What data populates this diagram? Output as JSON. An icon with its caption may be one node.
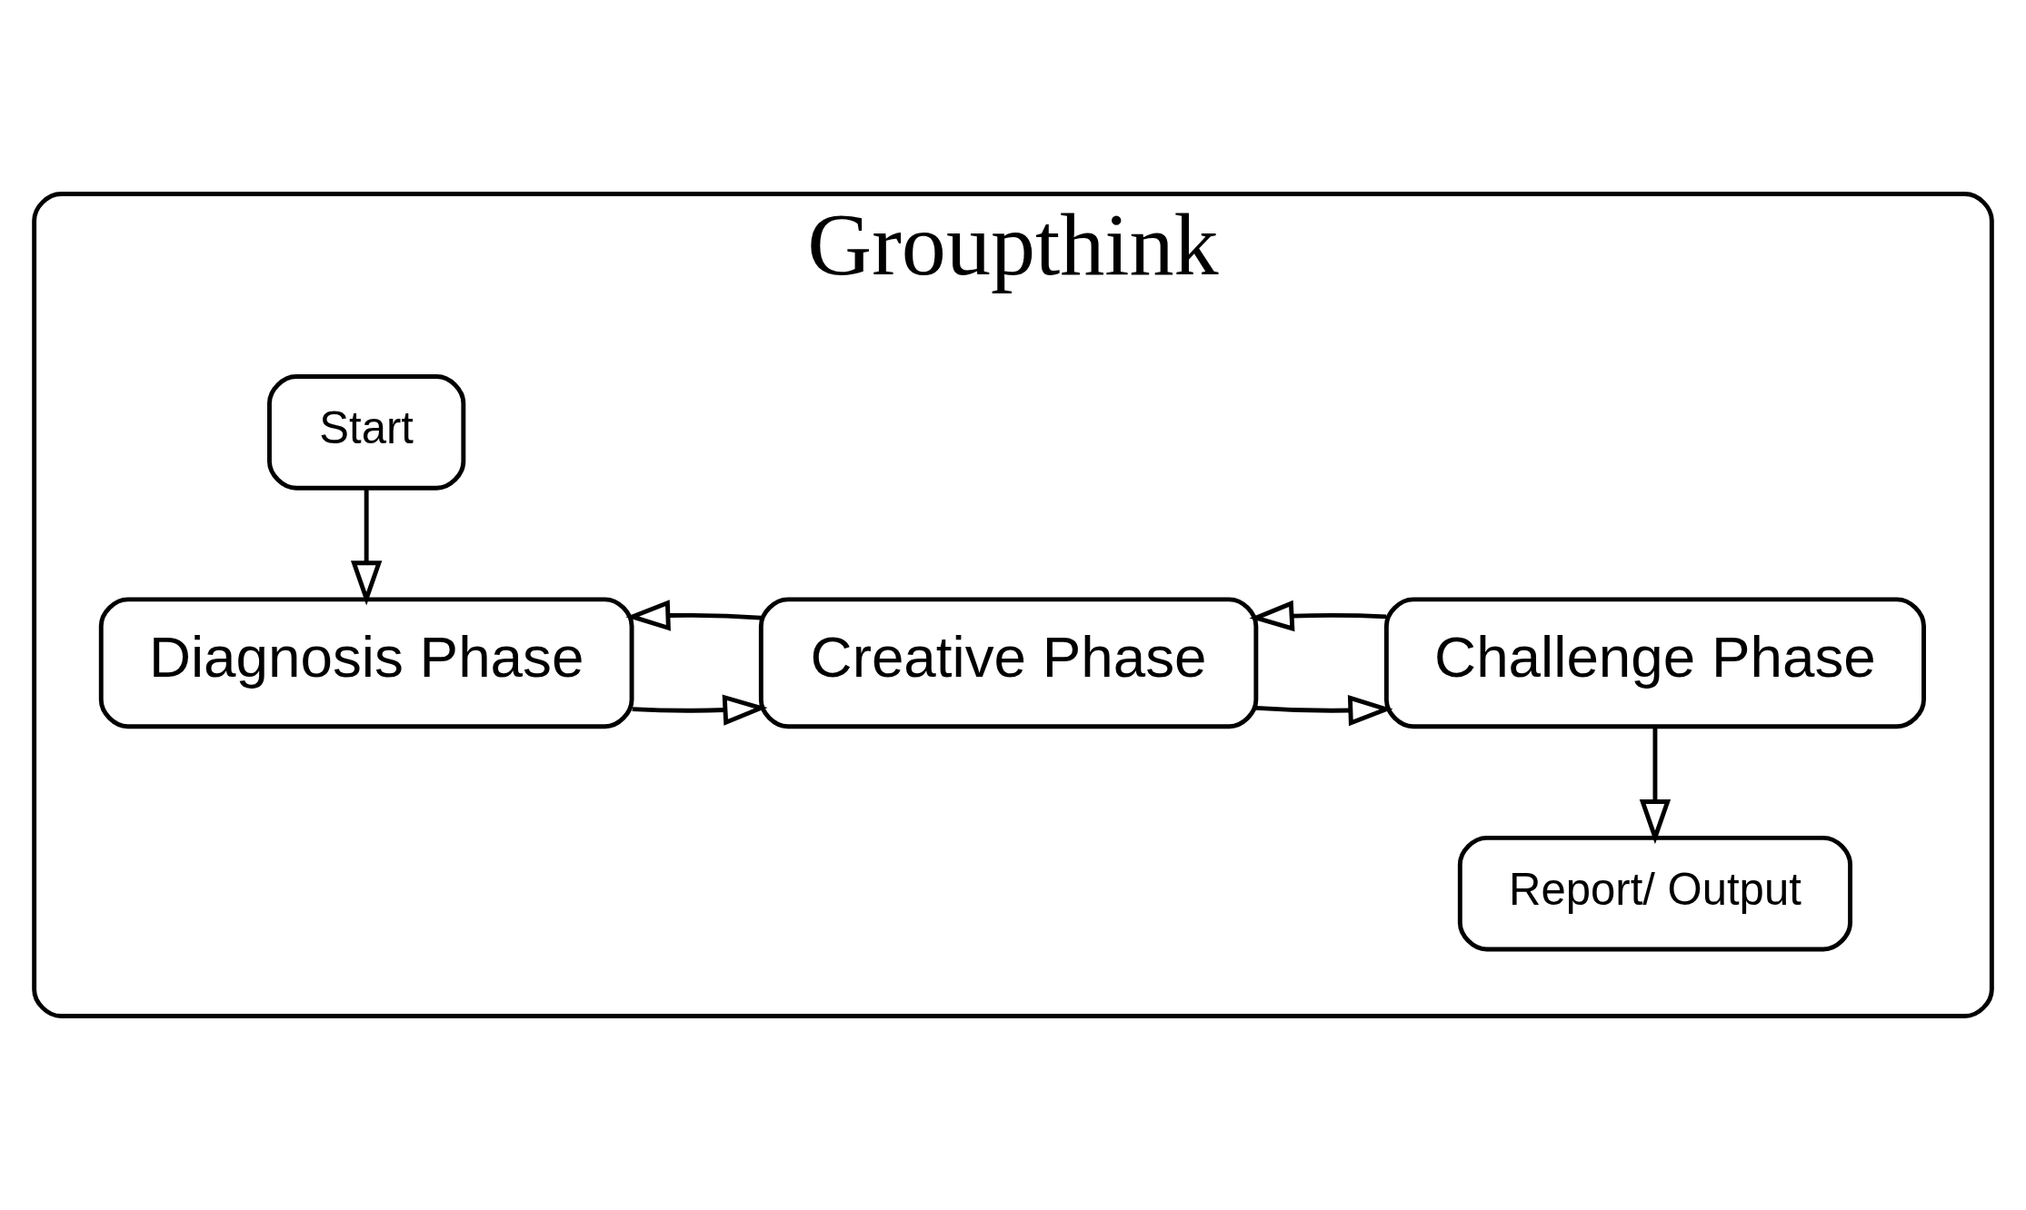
{
  "diagram": {
    "nodes": [
      {
        "text": [
          "Groupthink"
        ]
      },
      {
        "text": [
          "Start"
        ],
        "in": 0
      },
      {
        "text": [
          "Diagnosis Phase"
        ],
        "in": 0
      },
      {
        "text": [
          "Creative Phase"
        ],
        "in": 0
      },
      {
        "text": [
          "Challenge Phase"
        ],
        "in": 0
      },
      {
        "text": [
          "Report/ Output"
        ],
        "in": 0
      }
    ],
    "edges": [
      {
        "from": 1,
        "to": 2,
        "arrow": "to"
      },
      {
        "from": 2,
        "to": 3,
        "arrow": "to"
      },
      {
        "from": 3,
        "to": 4,
        "arrow": "to"
      },
      {
        "from": 4,
        "to": 5,
        "arrow": "to"
      },
      {
        "from": 3,
        "to": 2,
        "arrow": "to"
      },
      {
        "from": 4,
        "to": 3,
        "arrow": "to"
      }
    ]
  }
}
